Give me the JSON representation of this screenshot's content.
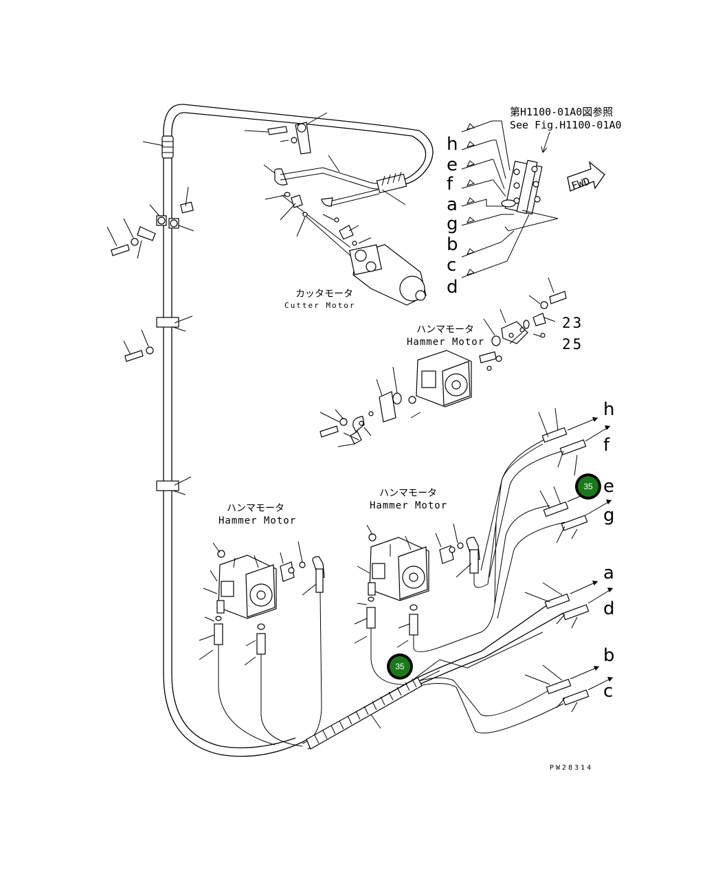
{
  "reference": {
    "jp": "第H1100-01A0図参照",
    "en": "See Fig.H1100-01A0"
  },
  "fwd_label": "FWD",
  "motors": {
    "cutter_jp": "カッタモータ",
    "cutter_en": "Cutter Motor",
    "hammer1_jp": "ハンマモータ",
    "hammer1_en": "Hammer Motor",
    "hammer2_jp": "ハンマモータ",
    "hammer2_en": "Hammer Motor",
    "hammer3_jp": "ハンマモータ",
    "hammer3_en": "Hammer Motor"
  },
  "valve_letters": [
    "h",
    "e",
    "f",
    "a",
    "g",
    "b",
    "c",
    "d"
  ],
  "hose_letters": [
    "h",
    "f",
    "e",
    "g",
    "a",
    "d",
    "b",
    "c"
  ],
  "part_numbers": [
    "23",
    "25"
  ],
  "callouts": [
    {
      "label": "35",
      "color": "#1a7a1a"
    },
    {
      "label": "35",
      "color": "#1a7a1a"
    }
  ],
  "drawing_code": "PW28314"
}
